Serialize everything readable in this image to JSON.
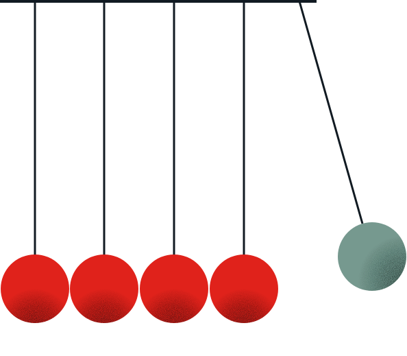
{
  "illustration": {
    "subject": "newtons-cradle",
    "colors": {
      "frame": "#111a22",
      "string": "#111a22",
      "ball_red": "#e0221b",
      "ball_red_shadow": "#3a1010",
      "ball_teal": "#76998f",
      "ball_teal_shadow": "#1f3a34",
      "background": "#ffffff"
    },
    "balls": [
      {
        "name": "ball-1",
        "color_key": "ball_red",
        "state": "resting"
      },
      {
        "name": "ball-2",
        "color_key": "ball_red",
        "state": "resting"
      },
      {
        "name": "ball-3",
        "color_key": "ball_red",
        "state": "resting"
      },
      {
        "name": "ball-4",
        "color_key": "ball_red",
        "state": "resting"
      },
      {
        "name": "ball-5",
        "color_key": "ball_teal",
        "state": "swung-out"
      }
    ]
  }
}
